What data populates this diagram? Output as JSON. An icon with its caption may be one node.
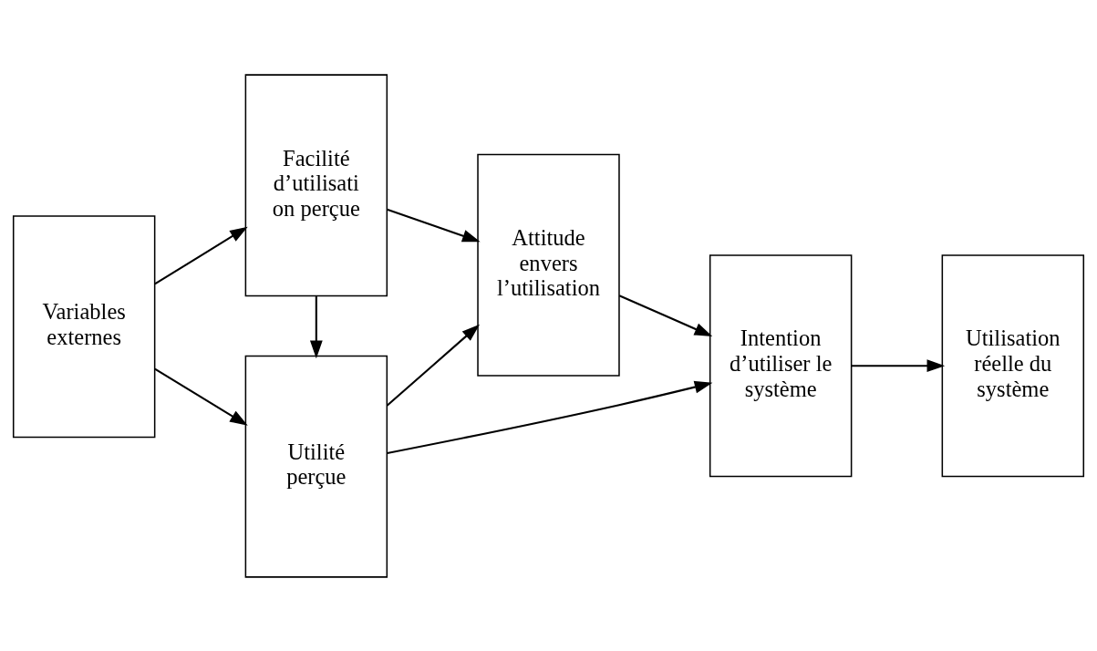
{
  "diagram": {
    "nodes": [
      {
        "text": [
          "Variables externes"
        ]
      },
      {
        "text": [
          "Utilité perçue"
        ]
      },
      {
        "text": [
          "Facilité d’utilisati on perçue"
        ]
      },
      {
        "text": [
          "Attitude envers l’utilisation"
        ]
      },
      {
        "text": [
          "Intention d’utiliser le système"
        ]
      },
      {
        "text": [
          "Utilisation réelle du système"
        ]
      }
    ],
    "edges": [
      {
        "from": 0,
        "to": 1,
        "arrow": "to"
      },
      {
        "from": 0,
        "to": 2,
        "arrow": "to"
      },
      {
        "from": 2,
        "to": 1,
        "arrow": "to"
      },
      {
        "from": 1,
        "to": 3,
        "arrow": "to"
      },
      {
        "from": 2,
        "to": 3,
        "arrow": "to"
      },
      {
        "from": 3,
        "to": 4,
        "arrow": "to"
      },
      {
        "from": 1,
        "to": 4,
        "arrow": "to"
      },
      {
        "from": 4,
        "to": 5,
        "arrow": "to"
      }
    ]
  }
}
